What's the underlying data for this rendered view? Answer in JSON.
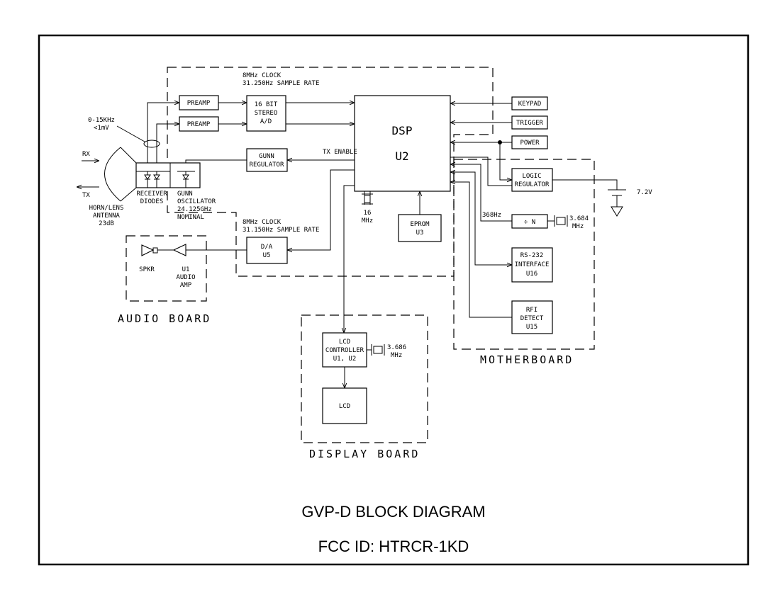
{
  "title": "GVP-D BLOCK DIAGRAM",
  "fcc_id": "FCC ID: HTRCR-1KD",
  "boards": {
    "audio": "AUDIO BOARD",
    "motherboard": "MOTHERBOARD",
    "display": "DISPLAY BOARD"
  },
  "clock_top": {
    "line1": "8MHz CLOCK",
    "line2": "31.250Hz SAMPLE RATE"
  },
  "clock_bottom": {
    "line1": "8MHz CLOCK",
    "line2": "31.150Hz SAMPLE RATE"
  },
  "blocks": {
    "preamp1": "PREAMP",
    "preamp2": "PREAMP",
    "ad": [
      "16 BIT",
      "STEREO",
      "A/D"
    ],
    "dsp": [
      "DSP",
      "U2"
    ],
    "keypad": "KEYPAD",
    "trigger": "TRIGGER",
    "power": "POWER",
    "gunn_reg": [
      "GUNN",
      "REGULATOR"
    ],
    "logic_reg": [
      "LOGIC",
      "REGULATOR"
    ],
    "divn": "÷ N",
    "eprom": [
      "EPROM",
      "U3"
    ],
    "rs232": [
      "RS-232",
      "INTERFACE",
      "U16"
    ],
    "rfi": [
      "RFI",
      "DETECT",
      "U15"
    ],
    "da": [
      "D/A",
      "U5"
    ],
    "lcd_ctrl": [
      "LCD",
      "CONTROLLER",
      "U1, U2"
    ],
    "lcd": "LCD"
  },
  "labels": {
    "signal": [
      "0-15KHz",
      "<1mV"
    ],
    "rx": "RX",
    "tx": "TX",
    "antenna": [
      "HORN/LENS",
      "ANTENNA",
      "23dB"
    ],
    "receiver": [
      "RECEIVER",
      "DIODES"
    ],
    "gunn_osc": [
      "GUNN",
      "OSCILLATOR",
      "24.125GHz",
      "NOMINAL"
    ],
    "tx_enable": "TX ENABLE",
    "xtal16": [
      "16",
      "MHz"
    ],
    "hz368": "368Hz",
    "xtal3684": [
      "3.684",
      "MHz"
    ],
    "xtal3686": [
      "3.686",
      "MHz"
    ],
    "battery": "7.2V",
    "spkr": "SPKR",
    "amp": [
      "U1",
      "AUDIO",
      "AMP"
    ]
  }
}
